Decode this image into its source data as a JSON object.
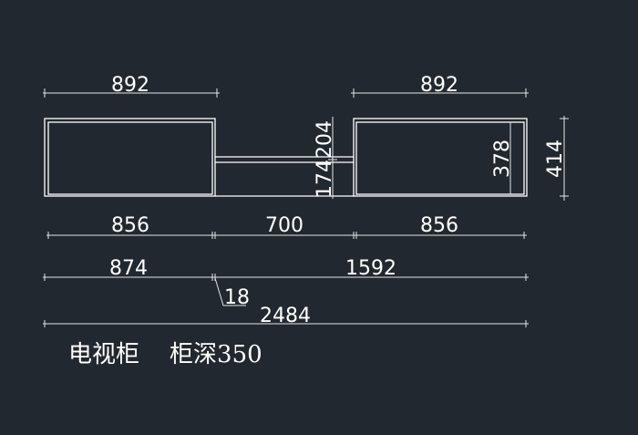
{
  "drawing": {
    "background": "#212830",
    "line_color": "#ffffff",
    "top_left_width": "892",
    "top_right_width": "892",
    "shelf_gap_upper": "204",
    "shelf_gap_lower": "174",
    "inner_height": "378",
    "overall_height": "414",
    "bottom_left_width": "856",
    "bottom_middle_width": "700",
    "bottom_right_width": "856",
    "span_left": "874",
    "span_right": "1592",
    "board_thickness": "18",
    "overall_length": "2484",
    "caption": "电视柜    柜深350"
  }
}
